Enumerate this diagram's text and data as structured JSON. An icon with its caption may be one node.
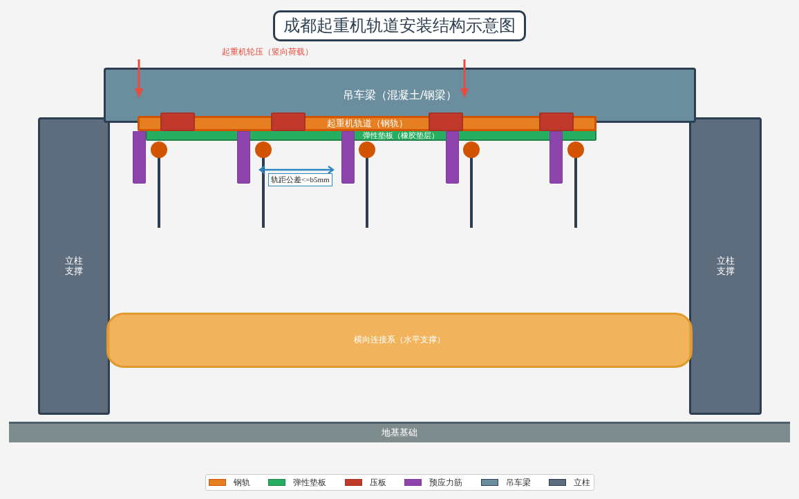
{
  "diagram": {
    "title": "成都起重机轨道安装结构示意图",
    "nodes": [
      {
        "text": [
          "吊车梁（混凝土/钢梁）"
        ]
      },
      {
        "text": [
          "起重机轨道（钢轨）"
        ]
      },
      {
        "text": [
          "弹性垫板（橡胶垫层）"
        ]
      },
      {
        "text": [],
        "shape": "bar"
      },
      {
        "text": [],
        "shape": "bar"
      },
      {
        "text": [],
        "shape": "bar"
      },
      {
        "text": [],
        "shape": "bar"
      },
      {
        "text": [],
        "shape": "bar"
      },
      {
        "text": [
          "立柱支撑"
        ]
      },
      {
        "text": [
          "立柱支撑"
        ]
      },
      {
        "text": [
          "横向连接系（水平支撑）"
        ]
      },
      {
        "text": [
          "地基基础"
        ]
      }
    ],
    "labels": [
      "起重机轮压（竖向荷载）",
      "轨距公差<=b5mm"
    ],
    "legend": [
      {
        "text": "钢轨",
        "color": "#e67e22"
      },
      {
        "text": "弹性垫板",
        "color": "#27ae60"
      },
      {
        "text": "压板",
        "color": "#c0392b"
      },
      {
        "text": "预应力筋",
        "color": "#8e44ad"
      },
      {
        "text": "吊车梁",
        "color": "#6a8e9e"
      },
      {
        "text": "立柱",
        "color": "#5d6d7e"
      }
    ]
  }
}
